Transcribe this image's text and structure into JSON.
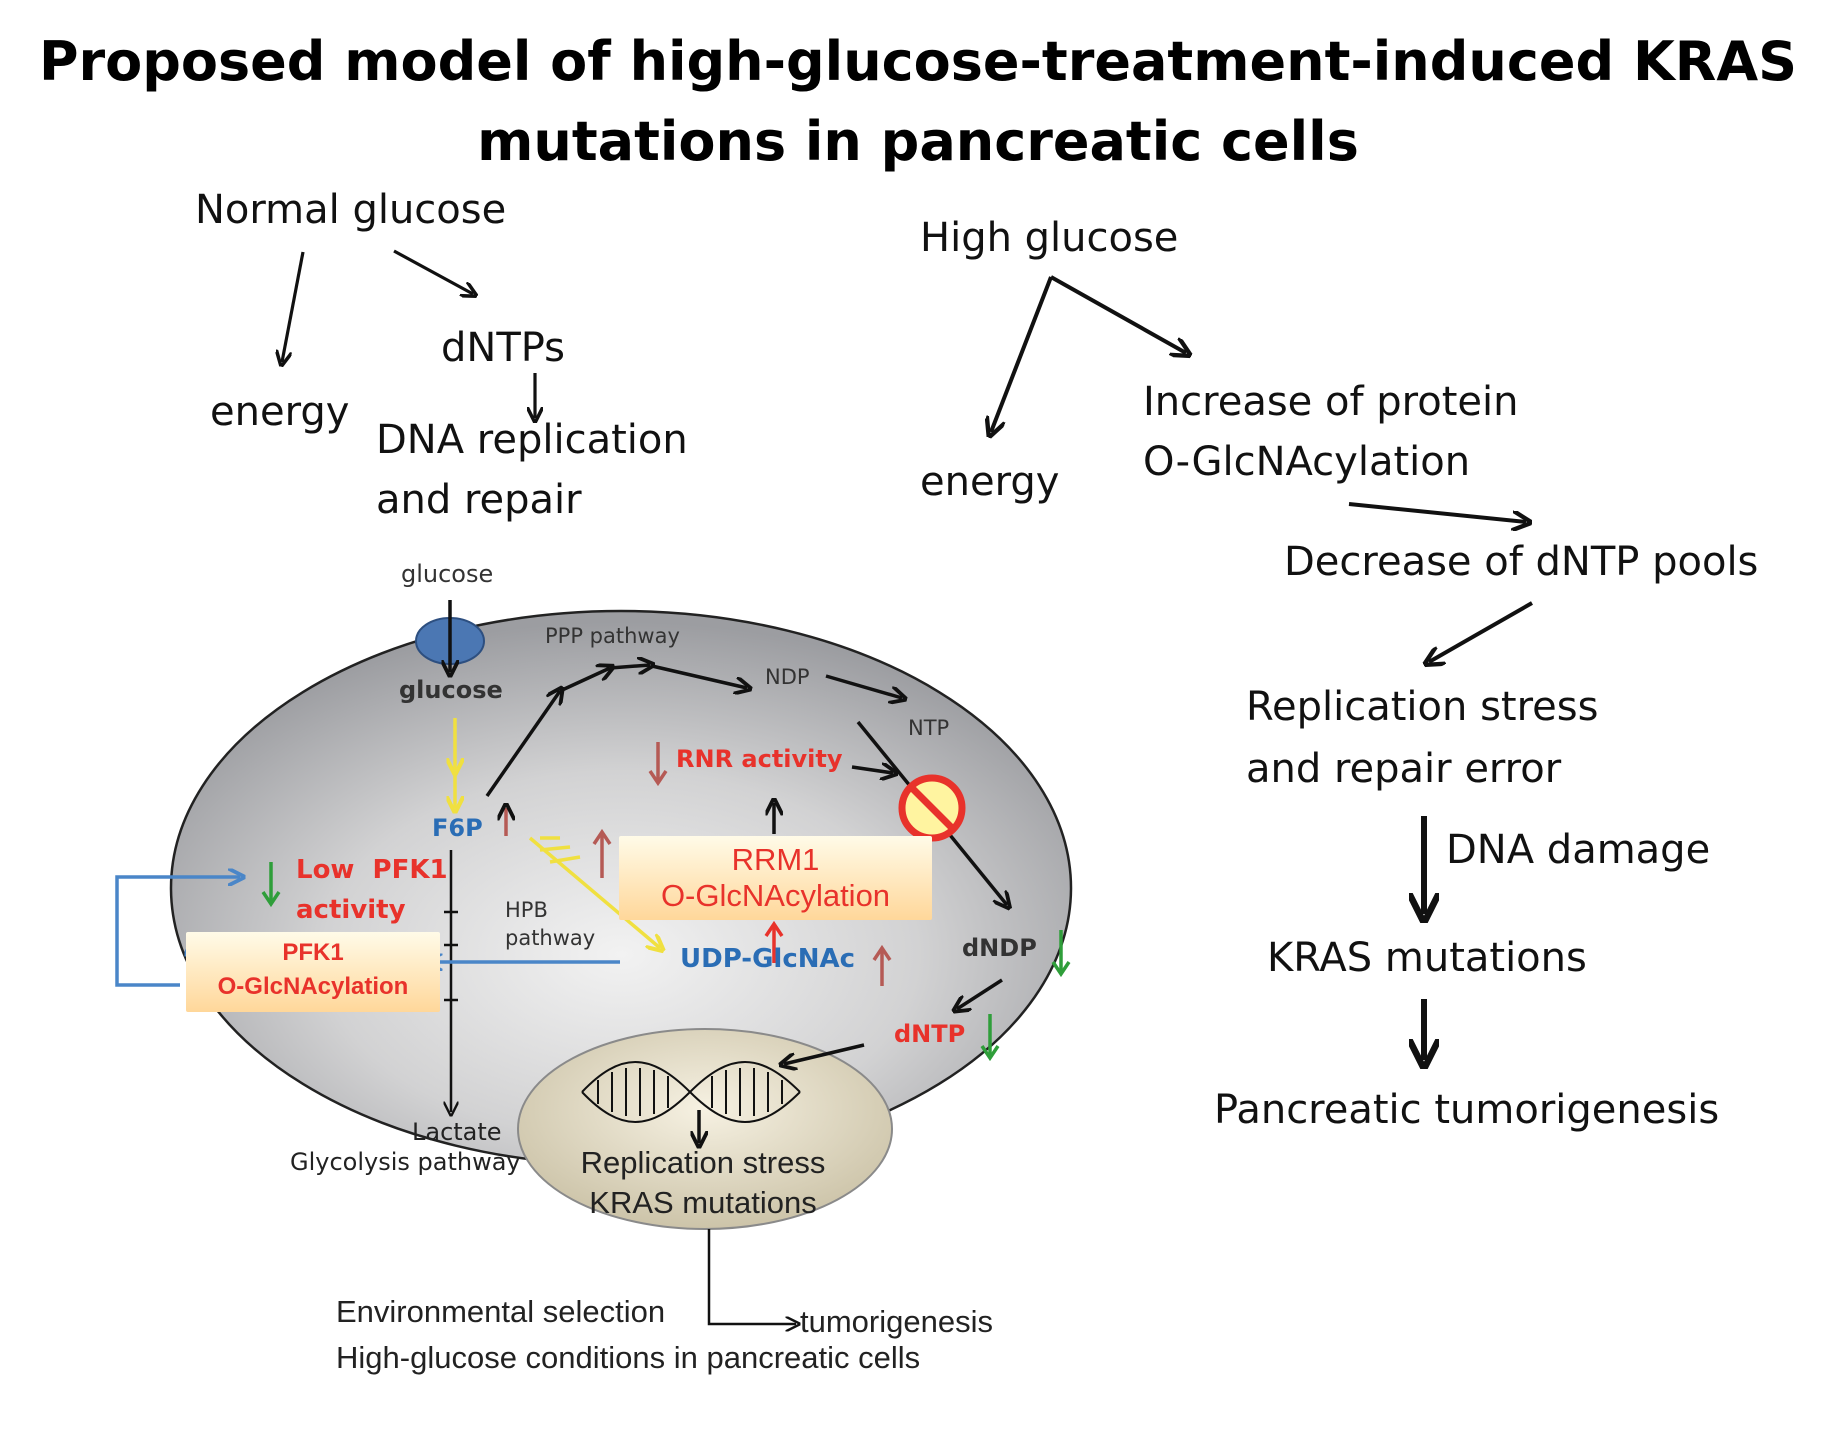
{
  "title": {
    "line1": "Proposed model of high-glucose-treatment-induced KRAS",
    "line2": "mutations in pancreatic cells"
  },
  "normal": {
    "header": "Normal glucose",
    "energy": "energy",
    "dntps": "dNTPs",
    "dna_line1": "DNA replication",
    "dna_line2": "and repair"
  },
  "high": {
    "header": "High glucose",
    "energy": "energy",
    "increase_line1": "Increase of protein",
    "increase_line2": "O-GlcNAcylation",
    "decrease": "Decrease of dNTP pools",
    "stress_line1": "Replication stress",
    "stress_line2": "and repair error",
    "dna_damage": "DNA damage",
    "kras": "KRAS mutations",
    "tumorigenesis": "Pancreatic tumorigenesis"
  },
  "cell": {
    "glucose_outside": "glucose",
    "glucose_inside": "glucose",
    "ppp": "PPP pathway",
    "ndp": "NDP",
    "ntp": "NTP",
    "rnr": "RNR activity",
    "f6p": "F6P",
    "rrm1_line1": "RRM1",
    "rrm1_line2": "O-GlcNAcylation",
    "low_pfk1_line1": "Low  PFK1",
    "low_pfk1_line2": "activity",
    "hpb_line1": "HPB",
    "hpb_line2": "pathway",
    "pfk1_line1": "PFK1",
    "pfk1_line2": "O-GlcNAcylation",
    "udp": "UDP-GlcNAc",
    "dndp": "dNDP",
    "dntp": "dNTP",
    "lactate": "Lactate",
    "glycolysis": "Glycolysis pathway",
    "nucleus_line1": "Replication stress",
    "nucleus_line2": "KRAS mutations"
  },
  "bottom": {
    "env": "Environmental selection",
    "tumor": "tumorigenesis",
    "highglc": "High-glucose conditions in pancreatic cells"
  },
  "colors": {
    "red_arrow": "#b55a55",
    "green_arrow": "#2f9e3a",
    "yellow_arrow": "#f0e040",
    "blue_arrow": "#4a86c8",
    "pure_red_arrow": "#e8322b",
    "text_red": "#e8322b",
    "text_blue": "#2a6db5"
  },
  "icons": [
    "prohibition-icon",
    "dna-helix-icon",
    "glucose-transporter-icon"
  ]
}
